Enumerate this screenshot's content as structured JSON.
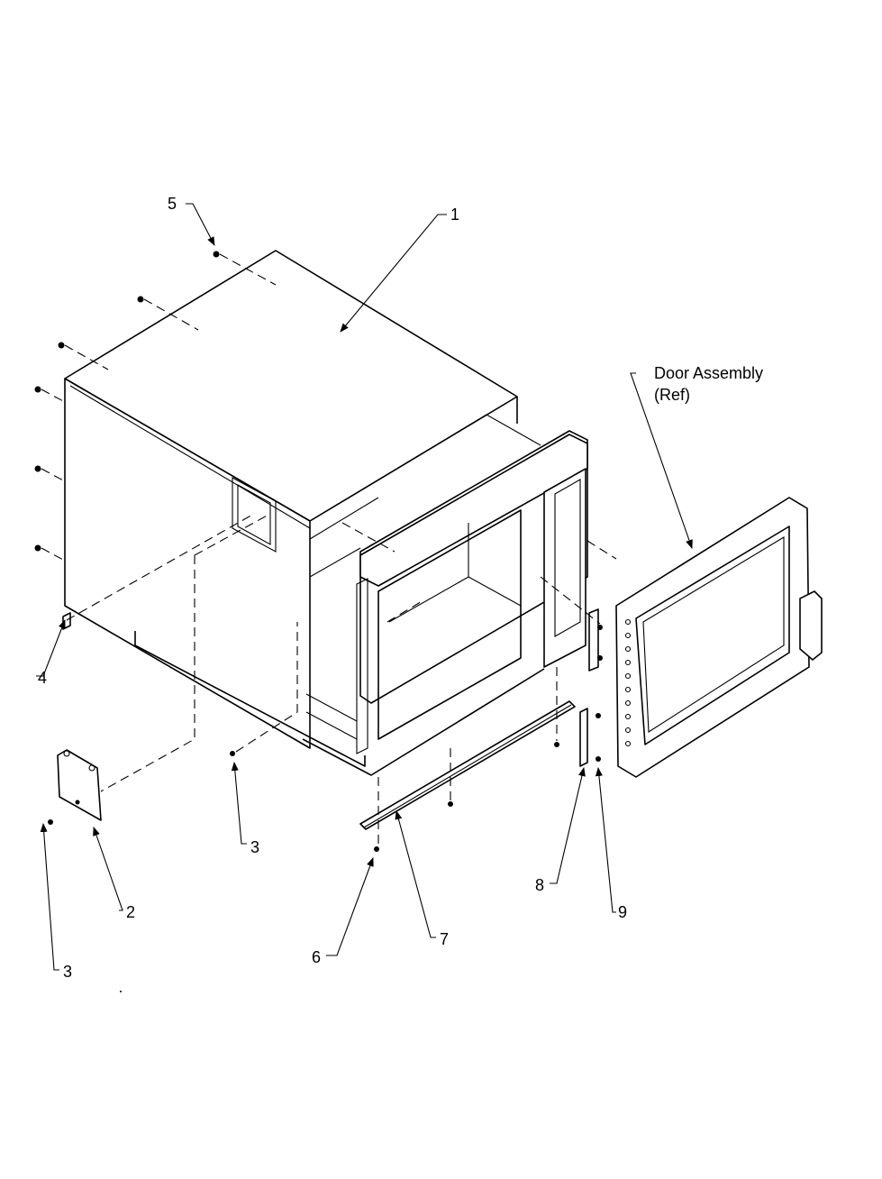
{
  "callouts": {
    "c1": "1",
    "c2": "2",
    "c3a": "3",
    "c3b": "3",
    "c4": "4",
    "c5": "5",
    "c6": "6",
    "c7": "7",
    "c8": "8",
    "c9": "9",
    "door_line1": "Door Assembly",
    "door_line2": "(Ref)"
  }
}
